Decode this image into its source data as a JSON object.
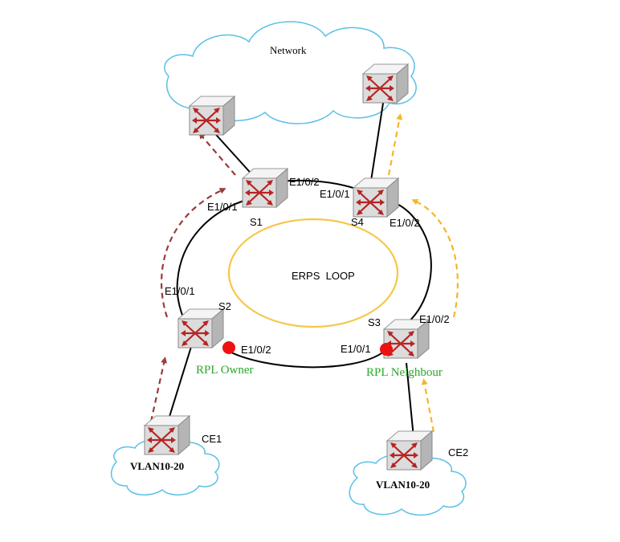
{
  "labels": {
    "network": "Network",
    "loop": "ERPS  LOOP",
    "s1": "S1",
    "s2": "S2",
    "s3": "S3",
    "s4": "S4",
    "ce1": "CE1",
    "ce2": "CE2",
    "s1_port1": "E1/0/1",
    "s1_port2": "E1/0/2",
    "s4_port1": "E1/0/1",
    "s4_port2": "E1/0/2",
    "s2_port1": "E1/0/1",
    "s2_port2": "E1/0/2",
    "s3_port1": "E1/0/1",
    "s3_port2": "E1/0/2",
    "rpl_owner": "RPL Owner",
    "rpl_neighbour": "RPL Neighbour",
    "vlan_ce1": "VLAN10-20",
    "vlan_ce2": "VLAN10-20"
  },
  "colors": {
    "cloud_stroke": "#5bc0e6",
    "ring": "#f5c84a",
    "path_dark": "#9b3b3b",
    "path_yellow": "#f5b52a",
    "blocked_port": "#ee1111",
    "label_green": "#2aa82a"
  },
  "icons": {
    "switch": "switch-icon",
    "cloud": "cloud-icon"
  }
}
